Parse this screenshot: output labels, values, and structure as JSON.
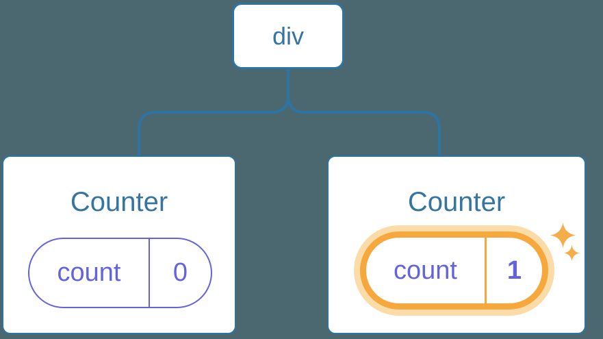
{
  "diagram": {
    "description": "Component tree with one div root and two Counter children holding count state",
    "background_color": "#4B6770",
    "line_color": "#2E74A2",
    "node_fill": "#FFFFFF",
    "title_color": "#35759F",
    "state_color": "#6363DD",
    "highlight_color": "#F6A83D",
    "highlight_halo_color": "#FBDCA8",
    "root": {
      "label": "div"
    },
    "children": [
      {
        "title": "Counter",
        "state": {
          "key": "count",
          "value": "0"
        },
        "highlighted": false
      },
      {
        "title": "Counter",
        "state": {
          "key": "count",
          "value": "1"
        },
        "highlighted": true
      }
    ]
  }
}
